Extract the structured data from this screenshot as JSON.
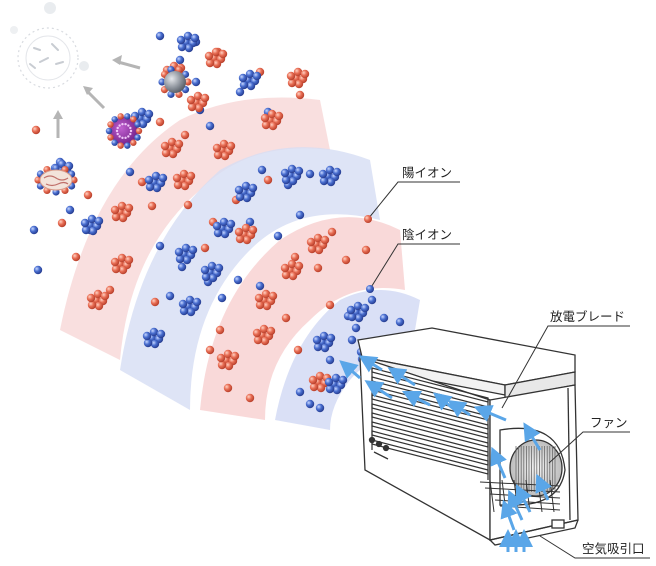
{
  "labels": {
    "positive_ion": "陽イオン",
    "negative_ion": "陰イオン",
    "discharge_blade": "放電ブレード",
    "fan": "ファン",
    "air_intake": "空気吸引口"
  },
  "colors": {
    "positive": "#e0664f",
    "negative": "#3d5fbf",
    "positive_glow": "#f6c4c4",
    "negative_glow": "#c9d3f0",
    "airflow": "#5aa6e8",
    "pathogen": "#8a2aa0",
    "particle": "#8a8f98",
    "arrow": "#b8b8b8",
    "device_line": "#333333"
  },
  "icons": [
    "virus-icon",
    "bacteria-icon",
    "dust-particle-icon",
    "arrow-icon"
  ]
}
